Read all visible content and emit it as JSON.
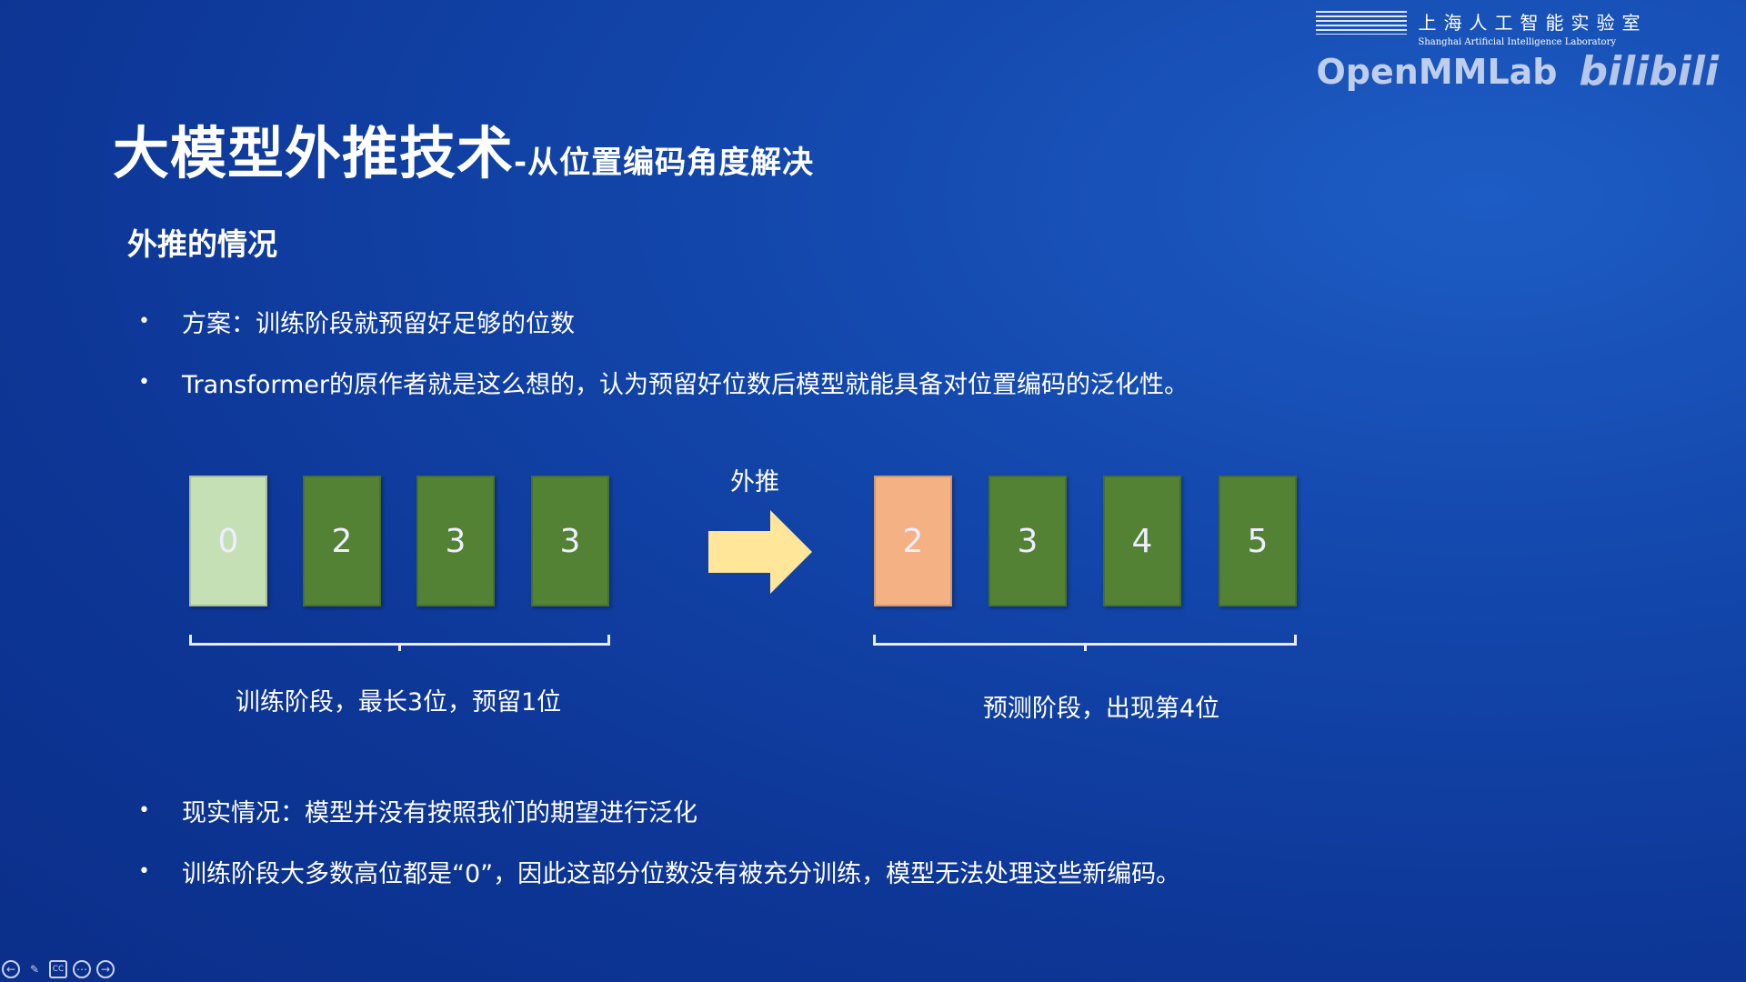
{
  "logo": {
    "org_cn": "上海人工智能实验室",
    "org_en": "Shanghai Artificial Intelligence Laboratory",
    "brand": "OpenMMLab",
    "watermark": "bilibili"
  },
  "title": {
    "main": "大模型外推技术",
    "sub": "-从位置编码角度解决"
  },
  "heading": "外推的情况",
  "bullets_top": [
    "方案：训练阶段就预留好足够的位数",
    "Transformer的原作者就是这么想的，认为预留好位数后模型就能具备对位置编码的泛化性。"
  ],
  "diagram": {
    "train": {
      "digits": [
        "0",
        "2",
        "3",
        "3"
      ],
      "caption": "训练阶段，最长3位，预留1位"
    },
    "arrow_label": "外推",
    "predict": {
      "digits": [
        "2",
        "3",
        "4",
        "5"
      ],
      "caption": "预测阶段，出现第4位"
    },
    "colors": {
      "light_green": "#c5e0b4",
      "green": "#548235",
      "orange": "#f4b183",
      "arrow": "#ffe699"
    }
  },
  "bullets_bottom": [
    "现实情况：模型并没有按照我们的期望进行泛化",
    "训练阶段大多数高位都是“0”，因此这部分位数没有被充分训练，模型无法处理这些新编码。"
  ],
  "nav": {
    "icons": [
      "prev-icon",
      "pen-icon",
      "cc-icon",
      "more-icon",
      "next-icon"
    ],
    "cc": "CC"
  }
}
